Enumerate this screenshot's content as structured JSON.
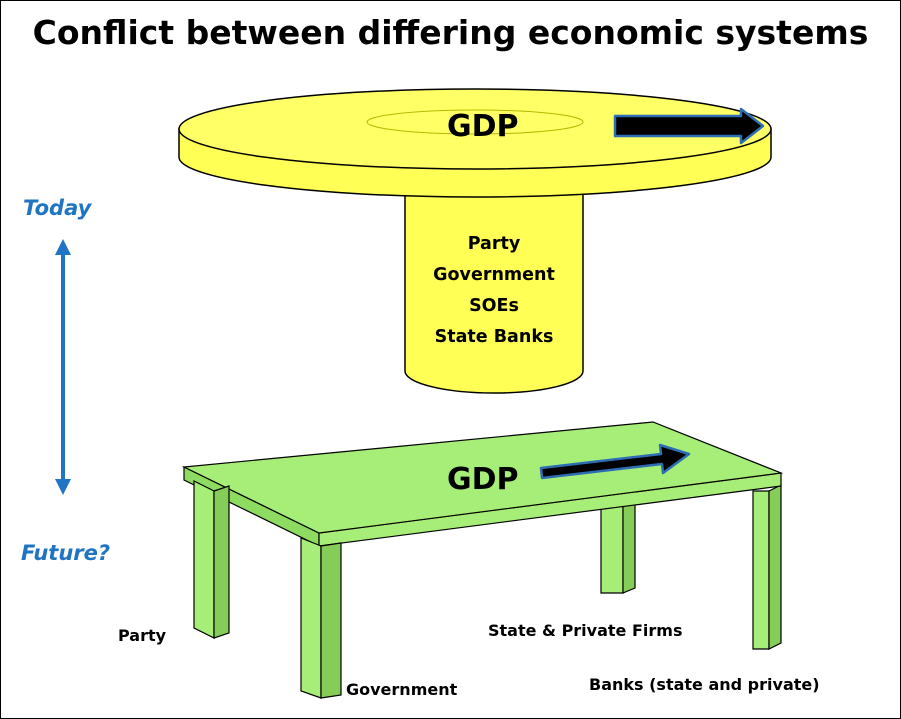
{
  "title": "Conflict between differing economic systems",
  "timeline": {
    "top_label": "Today",
    "bottom_label": "Future?"
  },
  "today_model": {
    "platform_label": "GDP",
    "pillar_items": [
      "Party",
      "Government",
      "SOEs",
      "State Banks"
    ]
  },
  "future_model": {
    "tabletop_label": "GDP",
    "legs": {
      "front_left": "Party",
      "front_right": "Government",
      "back_right": "State & Private Firms",
      "far_right": "Banks (state and private)"
    }
  },
  "colors": {
    "platform_yellow": "#ffff55",
    "table_green": "#a6ee78",
    "timeline_blue": "#1f74c3",
    "arrow_fill": "#000000",
    "arrow_edge": "#2e6db4"
  }
}
